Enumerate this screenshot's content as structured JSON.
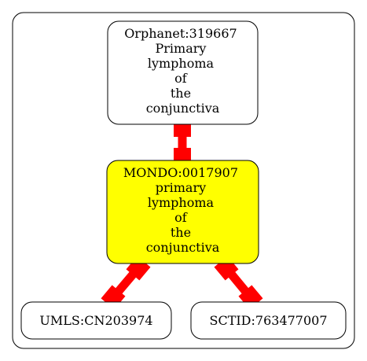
{
  "nodes": {
    "orphanet": {
      "lines": [
        "Orphanet:319667",
        "Primary",
        "lymphoma",
        "of",
        "the",
        "conjunctiva"
      ],
      "fill": "#ffffff"
    },
    "mondo": {
      "lines": [
        "MONDO:0017907",
        "primary",
        "lymphoma",
        "of",
        "the",
        "conjunctiva"
      ],
      "fill": "#ffff00"
    },
    "umls": {
      "lines": [
        "UMLS:CN203974"
      ],
      "fill": "#ffffff"
    },
    "sctid": {
      "lines": [
        "SCTID:763477007"
      ],
      "fill": "#ffffff"
    }
  },
  "edges": [
    {
      "from": "orphanet",
      "to": "mondo"
    },
    {
      "from": "mondo",
      "to": "umls"
    },
    {
      "from": "mondo",
      "to": "sctid"
    }
  ],
  "colors": {
    "edge": "#ff0000",
    "border": "#000000",
    "highlight": "#ffff00"
  }
}
